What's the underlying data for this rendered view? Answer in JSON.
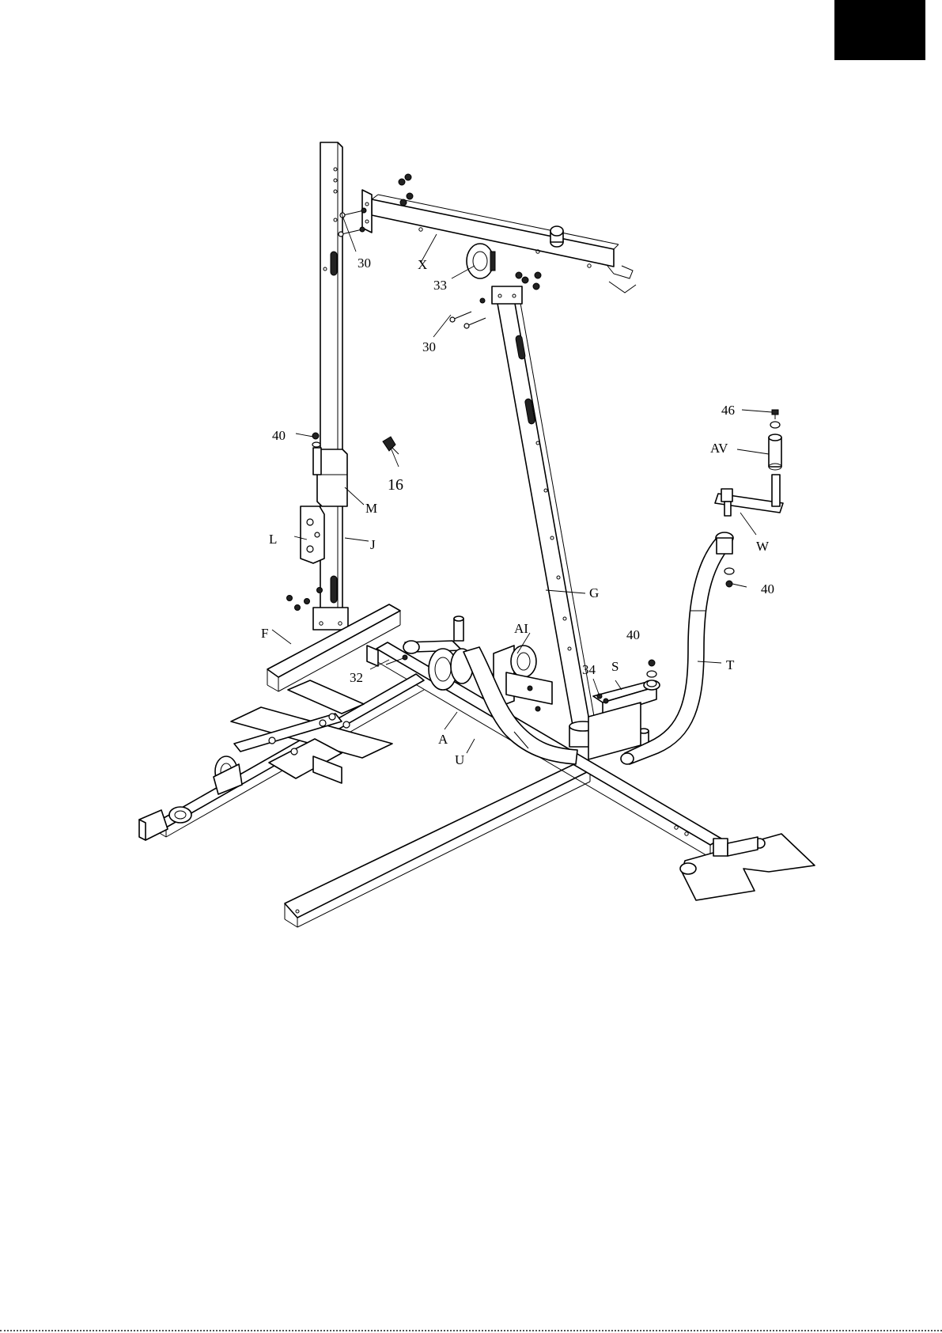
{
  "page": {
    "corner_tab_color": "#000000",
    "line_color": "#000000",
    "background": "#ffffff"
  },
  "labels": {
    "bolt_30_upper": "30",
    "cross_bar_x": "X",
    "pulley_33": "33",
    "bolt_30_lower": "30",
    "nut_40_left": "40",
    "knob_16": "16",
    "bracket_m": "M",
    "plate_l": "L",
    "sleeve_j": "J",
    "upright_g": "G",
    "base_f": "F",
    "bolt_32": "32",
    "plate_ai": "AI",
    "nut_40_center": "40",
    "bolt_34": "34",
    "frame_s": "S",
    "frame_a": "A",
    "tube_u": "U",
    "tube_t": "T",
    "bolt_46": "46",
    "post_av": "AV",
    "arm_w": "W",
    "nut_40_right": "40"
  },
  "icons": {
    "corner_tab": "black-tab-marker",
    "hardware": "nut-washer-icon"
  }
}
